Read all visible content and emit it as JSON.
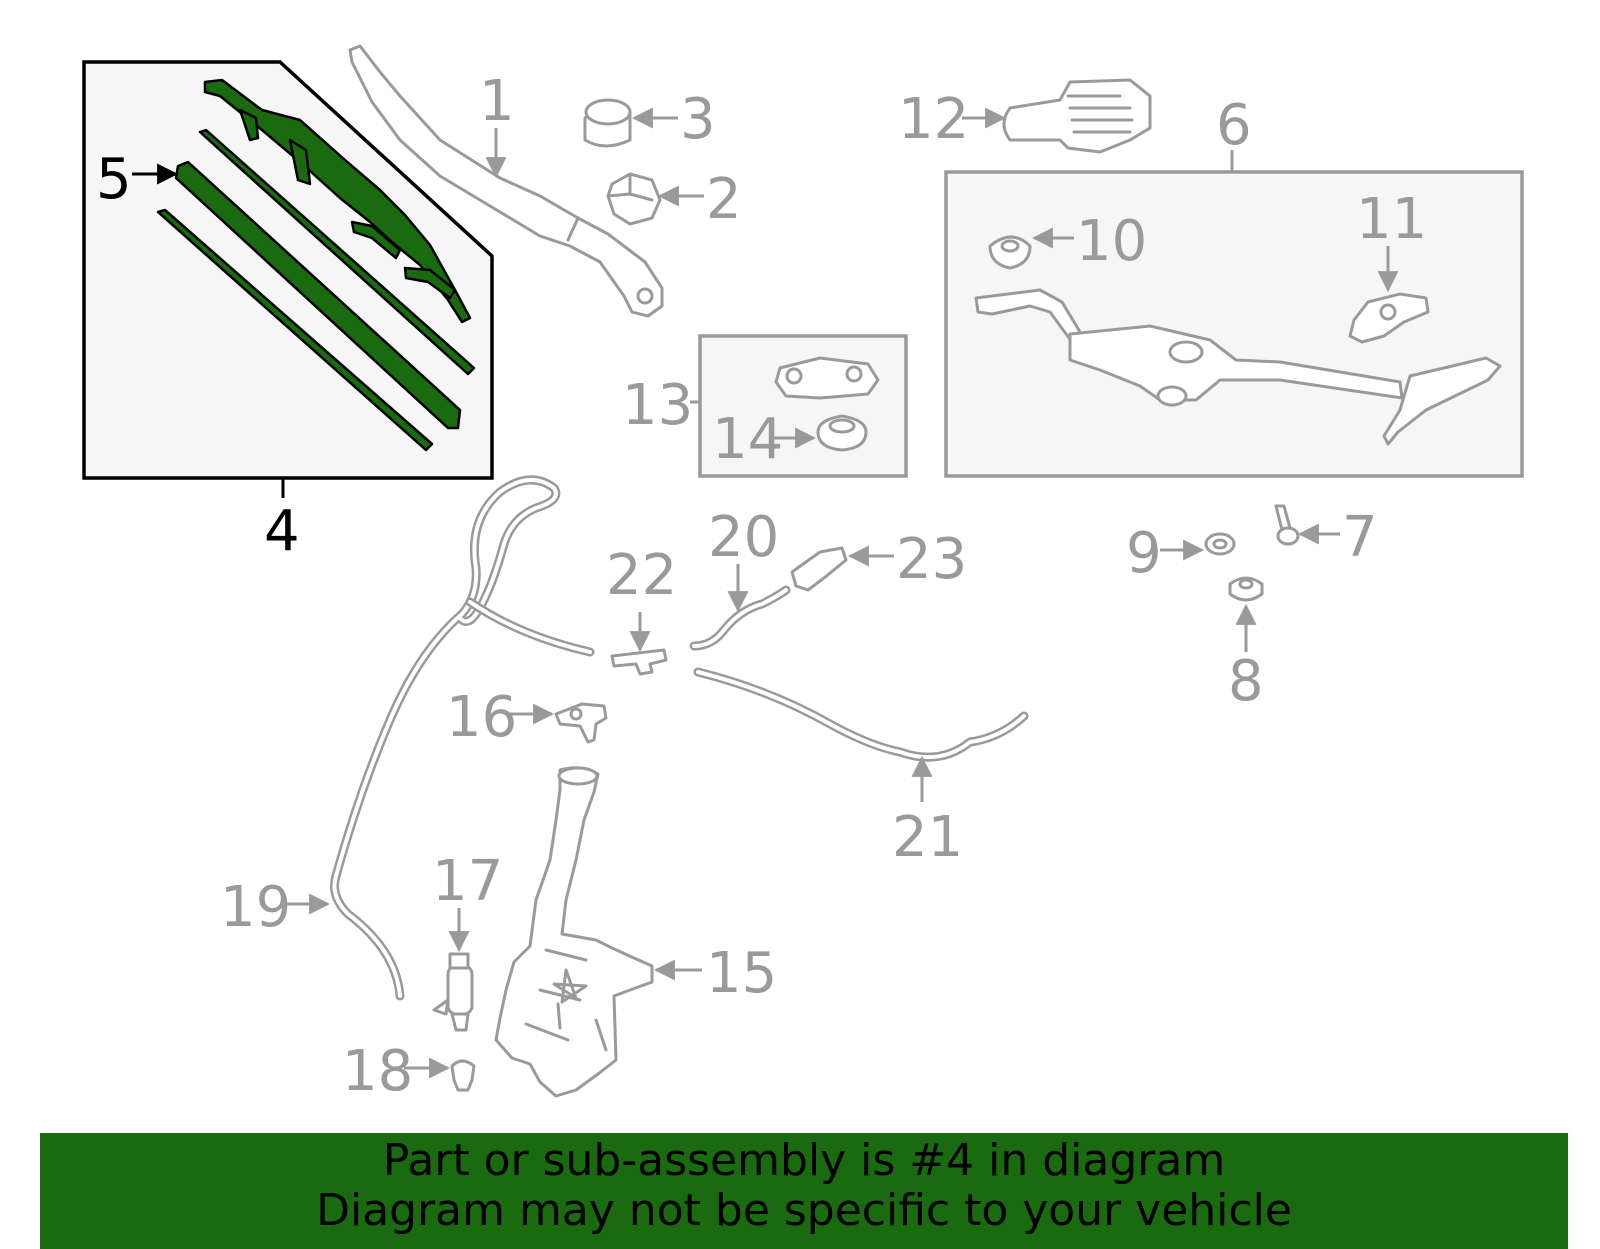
{
  "diagram": {
    "highlight_color": "#1a6a10",
    "callouts": {
      "c1": "1",
      "c2": "2",
      "c3": "3",
      "c4": "4",
      "c5": "5",
      "c6": "6",
      "c7": "7",
      "c8": "8",
      "c9": "9",
      "c10": "10",
      "c11": "11",
      "c12": "12",
      "c13": "13",
      "c14": "14",
      "c15": "15",
      "c16": "16",
      "c17": "17",
      "c18": "18",
      "c19": "19",
      "c20": "20",
      "c21": "21",
      "c22": "22",
      "c23": "23"
    },
    "highlighted_callouts": [
      "4",
      "5"
    ]
  },
  "banner": {
    "line1": "Part or sub-assembly is #4 in diagram",
    "line2": "Diagram may not be specific to your vehicle",
    "background_color": "#1a6a10"
  }
}
